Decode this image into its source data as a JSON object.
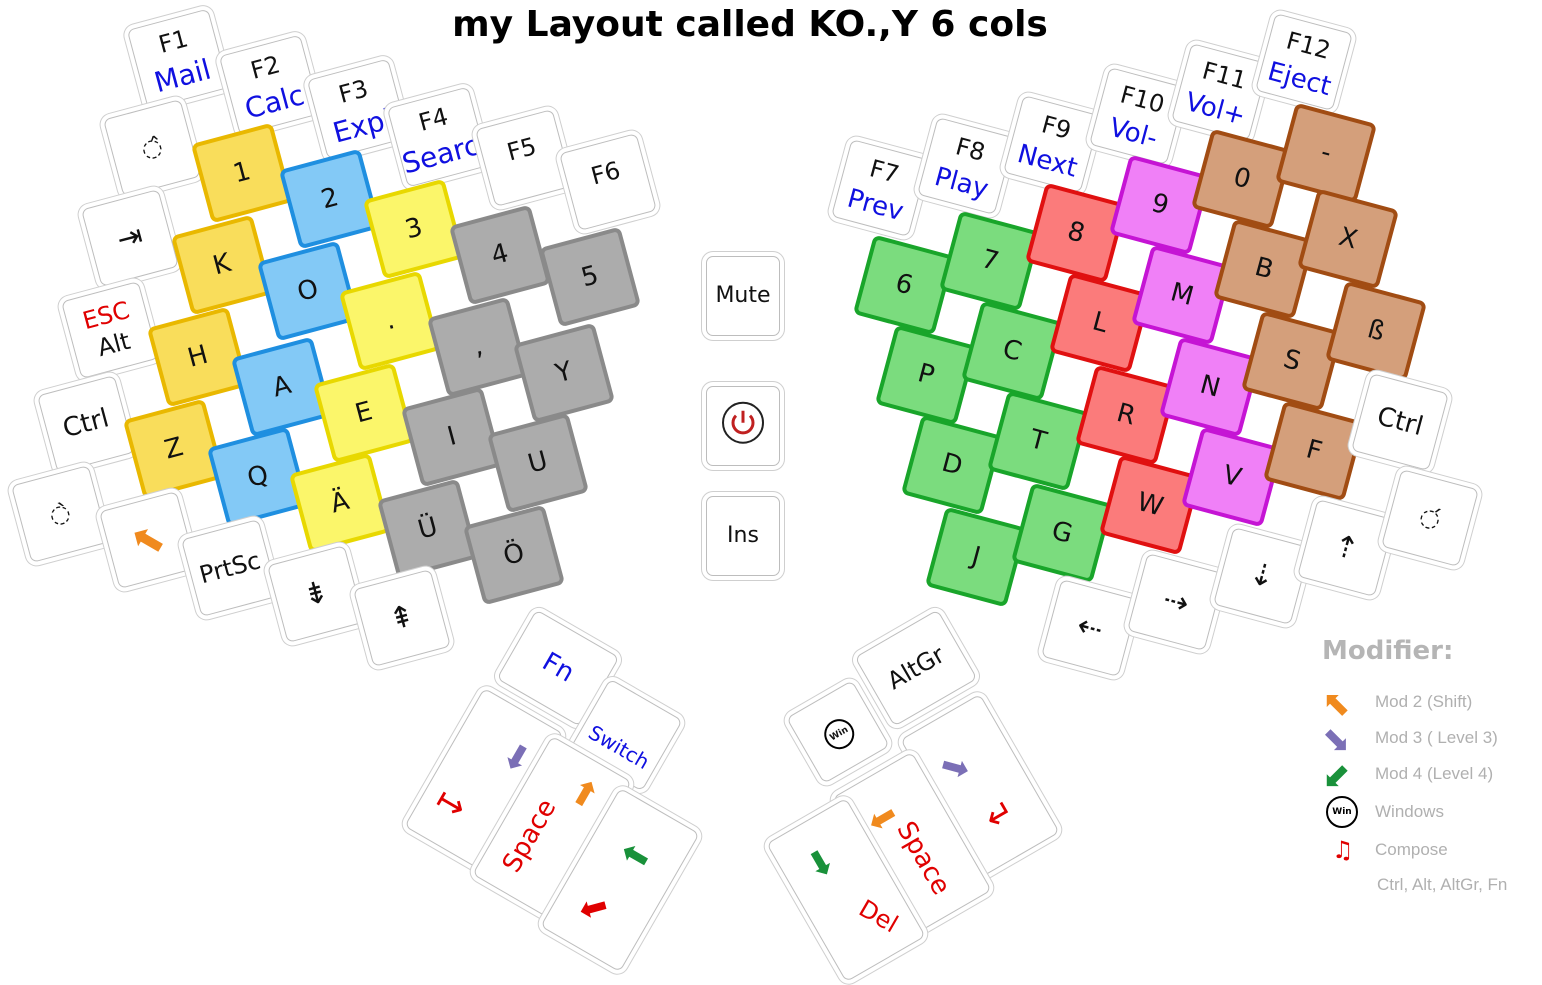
{
  "title": "my Layout called KO.,Y 6 cols",
  "left_keys": {
    "f1": {
      "fn": "F1",
      "sub": "Mail"
    },
    "f2": {
      "fn": "F2",
      "sub": "Calc"
    },
    "f3": {
      "fn": "F3",
      "sub": "Expl"
    },
    "f4": {
      "fn": "F4",
      "sub": "Search"
    },
    "f5": {
      "fn": "F5"
    },
    "f6": {
      "fn": "F6"
    },
    "n1": "1",
    "n2": "2",
    "n3": "3",
    "n4": "4",
    "n5": "5",
    "k": "K",
    "o": "O",
    "dot": ".",
    "comma": ",",
    "y": "Y",
    "h": "H",
    "a": "A",
    "e": "E",
    "i": "I",
    "u": "U",
    "z": "Z",
    "q": "Q",
    "ae": "Ä",
    "ue": "Ü",
    "oe": "Ö",
    "esc": "ESC",
    "alt": "Alt",
    "ctrl": "Ctrl",
    "prtsc": "PrtSc"
  },
  "center_keys": {
    "mute": "Mute",
    "ins": "Ins"
  },
  "right_keys": {
    "f7": {
      "fn": "F7",
      "sub": "Prev"
    },
    "f8": {
      "fn": "F8",
      "sub": "Play"
    },
    "f9": {
      "fn": "F9",
      "sub": "Next"
    },
    "f10": {
      "fn": "F10",
      "sub": "Vol-"
    },
    "f11": {
      "fn": "F11",
      "sub": "Vol+"
    },
    "f12": {
      "fn": "F12",
      "sub": "Eject"
    },
    "n6": "6",
    "n7": "7",
    "n8": "8",
    "n9": "9",
    "n0": "0",
    "minus": "-",
    "p": "P",
    "c": "C",
    "l": "L",
    "m": "M",
    "b": "B",
    "x": "X",
    "d": "D",
    "t": "T",
    "r": "R",
    "n": "N",
    "s": "S",
    "sz": "ß",
    "j": "J",
    "g": "G",
    "w": "W",
    "v": "V",
    "f": "F",
    "ctrl": "Ctrl"
  },
  "thumb_keys": {
    "fn": "Fn",
    "switch": "Switch",
    "space_left": "Space",
    "altgr": "AltGr",
    "win": "Win",
    "space_right": "Space",
    "del": "Del"
  },
  "legend": {
    "title": "Modifier:",
    "items": [
      {
        "label": "Mod 2 (Shift)",
        "color": "#f08a1e"
      },
      {
        "label": "Mod 3 ( Level 3)",
        "color": "#7b6fb6"
      },
      {
        "label": "Mod 4 (Level 4)",
        "color": "#19913a"
      },
      {
        "label": "Windows",
        "color": "#000000"
      },
      {
        "label": "Compose",
        "color": "#e00000"
      },
      {
        "label": "Ctrl, Alt, AltGr, Fn",
        "color": "#b0b0b0"
      }
    ]
  },
  "colors": {
    "accent_blue": "#1010e0",
    "accent_red": "#e00000",
    "yellow": "#f9dd5b",
    "light_yellow": "#fbf66a",
    "blue": "#83c9f6",
    "gray": "#acacac",
    "green": "#7bdc7e",
    "red": "#fb7b7b",
    "pink": "#f080f7",
    "brown": "#d49f7b"
  }
}
